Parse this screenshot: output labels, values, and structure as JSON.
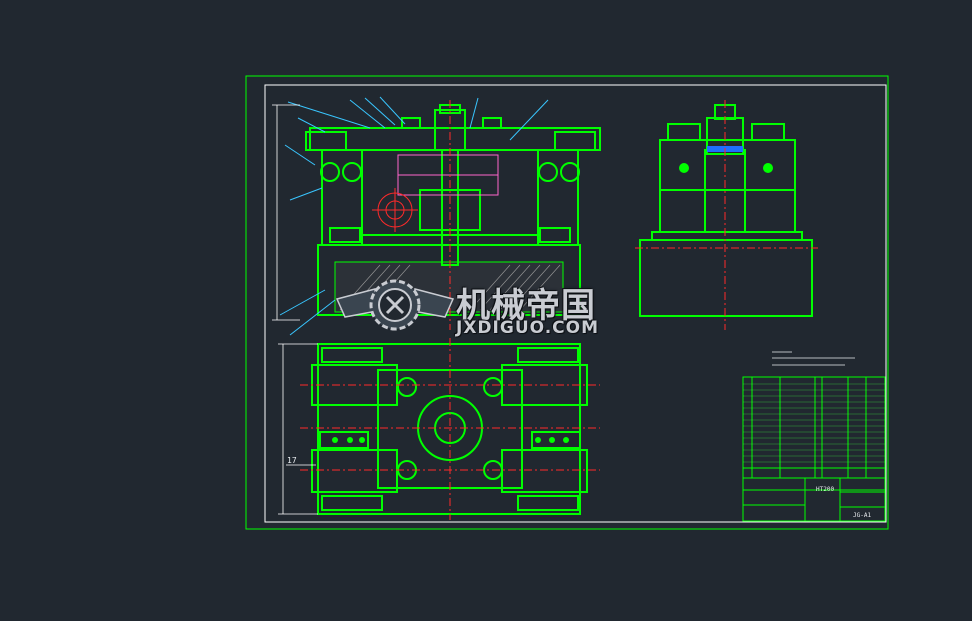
{
  "watermark": {
    "title": "机械帝国",
    "domain": "JXDIGUO.COM"
  },
  "drawing": {
    "part_number_label": "17",
    "title_block": {
      "code": "HT200",
      "drawing_no": "JG-A1"
    }
  },
  "colors": {
    "background": "#212830",
    "outline": "#00ff00",
    "centerline": "#ff2a2a",
    "leader": "#39c6ff",
    "hidden": "#ff66cc",
    "text": "#e8ecef"
  },
  "icons": [
    "gear-wing-logo-icon"
  ]
}
